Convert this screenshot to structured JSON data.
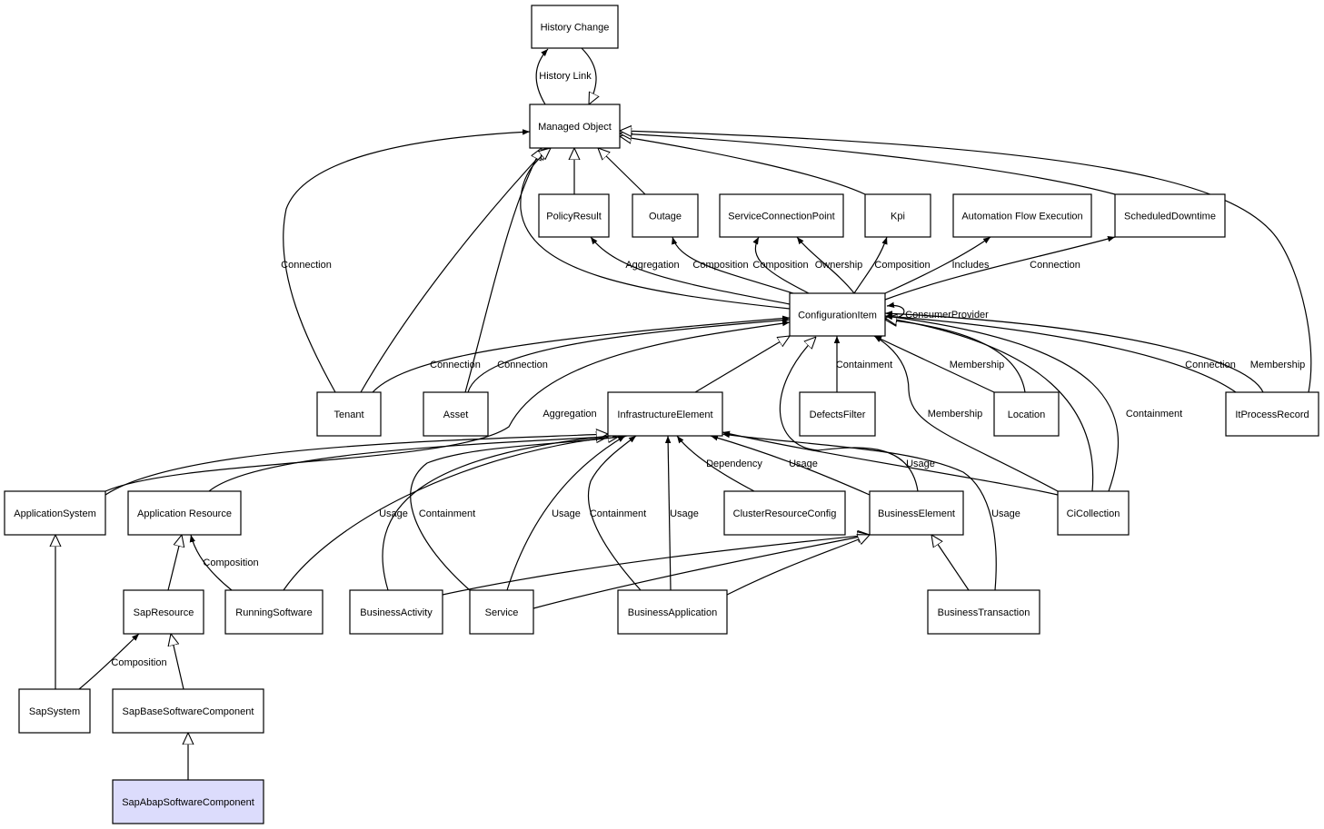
{
  "highlight_color": "#dcdcfc",
  "nodes": [
    {
      "id": "history",
      "label": "History Change"
    },
    {
      "id": "managed",
      "label": "Managed Object"
    },
    {
      "id": "policy",
      "label": "PolicyResult"
    },
    {
      "id": "outage",
      "label": "Outage"
    },
    {
      "id": "scp",
      "label": "ServiceConnectionPoint"
    },
    {
      "id": "kpi",
      "label": "Kpi"
    },
    {
      "id": "afe",
      "label": "Automation Flow Execution"
    },
    {
      "id": "sched",
      "label": "ScheduledDowntime"
    },
    {
      "id": "ci",
      "label": "ConfigurationItem"
    },
    {
      "id": "tenant",
      "label": "Tenant"
    },
    {
      "id": "asset",
      "label": "Asset"
    },
    {
      "id": "infra",
      "label": "InfrastructureElement"
    },
    {
      "id": "defects",
      "label": "DefectsFilter"
    },
    {
      "id": "location",
      "label": "Location"
    },
    {
      "id": "itpr",
      "label": "ItProcessRecord"
    },
    {
      "id": "appsys",
      "label": "ApplicationSystem"
    },
    {
      "id": "appres",
      "label": "Application Resource"
    },
    {
      "id": "cluster",
      "label": "ClusterResourceConfig"
    },
    {
      "id": "busel",
      "label": "BusinessElement"
    },
    {
      "id": "cicoll",
      "label": "CiCollection"
    },
    {
      "id": "sapres",
      "label": "SapResource"
    },
    {
      "id": "running",
      "label": "RunningSoftware"
    },
    {
      "id": "busact",
      "label": "BusinessActivity"
    },
    {
      "id": "service",
      "label": "Service"
    },
    {
      "id": "busapp",
      "label": "BusinessApplication"
    },
    {
      "id": "bustx",
      "label": "BusinessTransaction"
    },
    {
      "id": "sapsys",
      "label": "SapSystem"
    },
    {
      "id": "sapbase",
      "label": "SapBaseSoftwareComponent"
    },
    {
      "id": "sapabap",
      "label": "SapAbapSoftwareComponent",
      "highlighted": true
    }
  ],
  "edges": [
    {
      "from": "managed",
      "to": "history",
      "kind": "association",
      "label": "History Link"
    },
    {
      "from": "history",
      "to": "managed",
      "kind": "generalization",
      "label": ""
    },
    {
      "from": "tenant",
      "to": "managed",
      "kind": "association",
      "label": "Connection"
    },
    {
      "from": "tenant",
      "to": "managed",
      "kind": "generalization",
      "label": ""
    },
    {
      "from": "asset",
      "to": "managed",
      "kind": "generalization",
      "label": ""
    },
    {
      "from": "ci",
      "to": "managed",
      "kind": "generalization",
      "label": ""
    },
    {
      "from": "policy",
      "to": "managed",
      "kind": "generalization",
      "label": ""
    },
    {
      "from": "outage",
      "to": "managed",
      "kind": "generalization",
      "label": ""
    },
    {
      "from": "kpi",
      "to": "managed",
      "kind": "generalization",
      "label": ""
    },
    {
      "from": "sched",
      "to": "managed",
      "kind": "generalization",
      "label": ""
    },
    {
      "from": "itpr",
      "to": "managed",
      "kind": "generalization",
      "label": ""
    },
    {
      "from": "ci",
      "to": "policy",
      "kind": "association",
      "label": "Aggregation"
    },
    {
      "from": "ci",
      "to": "outage",
      "kind": "association",
      "label": "Composition"
    },
    {
      "from": "ci",
      "to": "scp",
      "kind": "association",
      "label": "Composition"
    },
    {
      "from": "ci",
      "to": "scp",
      "kind": "association",
      "label": "Ownership"
    },
    {
      "from": "ci",
      "to": "kpi",
      "kind": "association",
      "label": "Composition"
    },
    {
      "from": "ci",
      "to": "afe",
      "kind": "association",
      "label": "Includes"
    },
    {
      "from": "ci",
      "to": "sched",
      "kind": "association",
      "label": "Connection"
    },
    {
      "from": "ci",
      "to": "ci",
      "kind": "association",
      "label": "ConsumerProvider"
    },
    {
      "from": "tenant",
      "to": "ci",
      "kind": "association",
      "label": "Connection"
    },
    {
      "from": "asset",
      "to": "ci",
      "kind": "association",
      "label": "Connection"
    },
    {
      "from": "appsys",
      "to": "ci",
      "kind": "association",
      "label": "Aggregation"
    },
    {
      "from": "infra",
      "to": "ci",
      "kind": "generalization",
      "label": ""
    },
    {
      "from": "defects",
      "to": "ci",
      "kind": "association",
      "label": "Containment"
    },
    {
      "from": "busel",
      "to": "ci",
      "kind": "generalization",
      "label": ""
    },
    {
      "from": "location",
      "to": "ci",
      "kind": "association",
      "label": "Membership"
    },
    {
      "from": "location",
      "to": "ci",
      "kind": "generalization",
      "label": ""
    },
    {
      "from": "cicoll",
      "to": "ci",
      "kind": "association",
      "label": "Membership"
    },
    {
      "from": "cicoll",
      "to": "ci",
      "kind": "generalization",
      "label": ""
    },
    {
      "from": "cicoll",
      "to": "ci",
      "kind": "association",
      "label": "Containment"
    },
    {
      "from": "itpr",
      "to": "ci",
      "kind": "association",
      "label": "Connection"
    },
    {
      "from": "itpr",
      "to": "ci",
      "kind": "association",
      "label": "Membership"
    },
    {
      "from": "appres",
      "to": "infra",
      "kind": "generalization",
      "label": ""
    },
    {
      "from": "appsys",
      "to": "infra",
      "kind": "generalization",
      "label": ""
    },
    {
      "from": "running",
      "to": "infra",
      "kind": "generalization",
      "label": ""
    },
    {
      "from": "busact",
      "to": "infra",
      "kind": "association",
      "label": "Usage"
    },
    {
      "from": "service",
      "to": "infra",
      "kind": "association",
      "label": "Containment"
    },
    {
      "from": "service",
      "to": "infra",
      "kind": "association",
      "label": "Usage"
    },
    {
      "from": "busapp",
      "to": "infra",
      "kind": "association",
      "label": "Containment"
    },
    {
      "from": "busapp",
      "to": "infra",
      "kind": "association",
      "label": "Usage"
    },
    {
      "from": "cluster",
      "to": "infra",
      "kind": "association",
      "label": "Dependency"
    },
    {
      "from": "busel",
      "to": "infra",
      "kind": "association",
      "label": "Usage"
    },
    {
      "from": "cicoll",
      "to": "infra",
      "kind": "association",
      "label": "Usage"
    },
    {
      "from": "bustx",
      "to": "infra",
      "kind": "association",
      "label": "Usage"
    },
    {
      "from": "busact",
      "to": "busel",
      "kind": "generalization",
      "label": ""
    },
    {
      "from": "service",
      "to": "busel",
      "kind": "generalization",
      "label": ""
    },
    {
      "from": "busapp",
      "to": "busel",
      "kind": "generalization",
      "label": ""
    },
    {
      "from": "bustx",
      "to": "busel",
      "kind": "generalization",
      "label": ""
    },
    {
      "from": "sapres",
      "to": "appres",
      "kind": "generalization",
      "label": ""
    },
    {
      "from": "running",
      "to": "appres",
      "kind": "association",
      "label": "Composition"
    },
    {
      "from": "sapsys",
      "to": "appsys",
      "kind": "generalization",
      "label": ""
    },
    {
      "from": "sapsys",
      "to": "sapres",
      "kind": "association",
      "label": "Composition"
    },
    {
      "from": "sapbase",
      "to": "sapres",
      "kind": "generalization",
      "label": ""
    },
    {
      "from": "sapabap",
      "to": "sapbase",
      "kind": "generalization",
      "label": ""
    }
  ]
}
